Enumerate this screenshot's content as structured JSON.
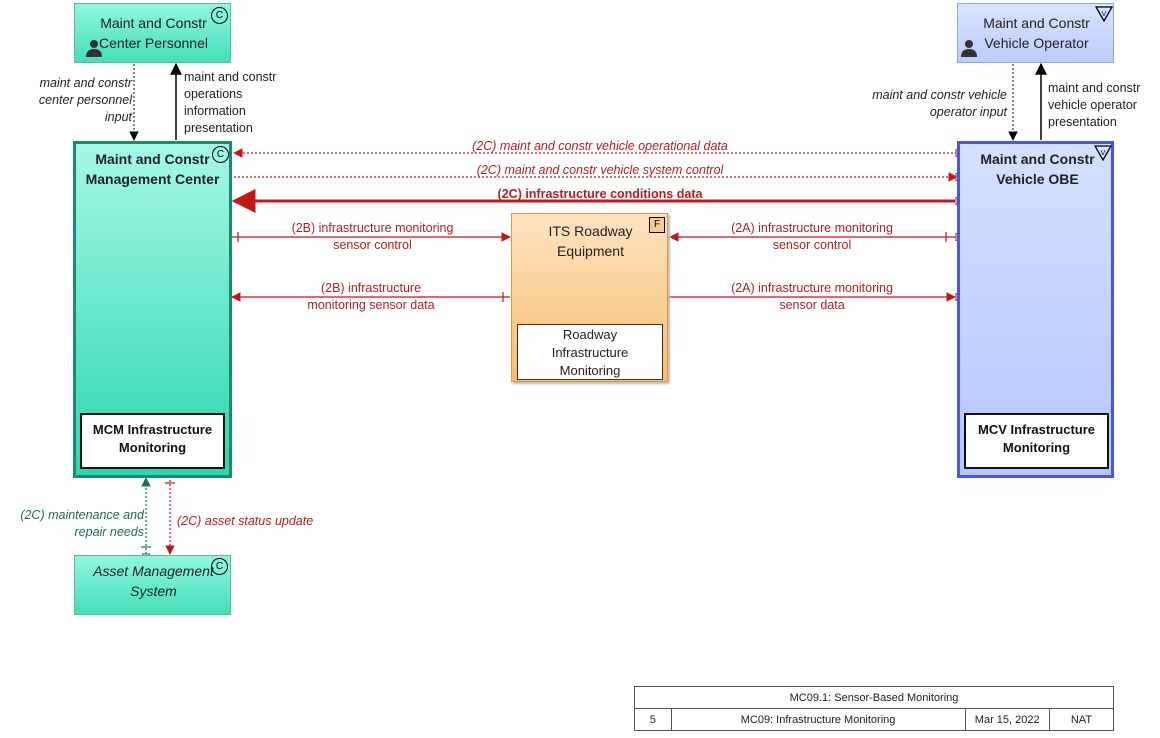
{
  "nodes": {
    "personnel": {
      "title": "Maint and Constr Center Personnel",
      "badge": "C"
    },
    "vehicle_operator": {
      "title": "Maint and Constr Vehicle Operator",
      "badge": "V"
    },
    "mcm": {
      "title": "Maint and Constr Management Center",
      "badge": "C",
      "object": "MCM Infrastructure Monitoring"
    },
    "obe": {
      "title": "Maint and Constr Vehicle OBE",
      "badge": "V",
      "object": "MCV Infrastructure Monitoring"
    },
    "its": {
      "title": "ITS Roadway Equipment",
      "badge": "F",
      "object": "Roadway Infrastructure Monitoring"
    },
    "asset": {
      "title": "Asset Management System",
      "badge": "C"
    }
  },
  "flows": {
    "personnel_input": "maint and constr center personnel input",
    "ops_info": "maint and constr operations information presentation",
    "operator_input": "maint and constr vehicle operator input",
    "operator_presentation": "maint and constr vehicle operator presentation",
    "vehicle_operational": "(2C) maint and constr vehicle operational data",
    "vehicle_system_control": "(2C) maint and constr vehicle system control",
    "infra_conditions": "(2C) infrastructure conditions data",
    "mcm_sensor_control": "(2B) infrastructure monitoring sensor control",
    "obe_sensor_control": "(2A) infrastructure monitoring sensor control",
    "mcm_sensor_data": "(2B) infrastructure monitoring sensor data",
    "obe_sensor_data": "(2A) infrastructure monitoring sensor data",
    "maint_repair": "(2C) maintenance and repair needs",
    "asset_status": "(2C) asset status update"
  },
  "title_block": {
    "title": "MC09.1: Sensor-Based Monitoring",
    "number": "5",
    "package": "MC09: Infrastructure Monitoring",
    "date": "Mar 15, 2022",
    "scope": "NAT"
  },
  "colors": {
    "center_fill": "#7ff5dc",
    "vehicle_fill": "#c9d8ff",
    "field_fill": "#fbc77f",
    "flow_red": "#c01818",
    "flow_teal": "#1a6e60"
  }
}
